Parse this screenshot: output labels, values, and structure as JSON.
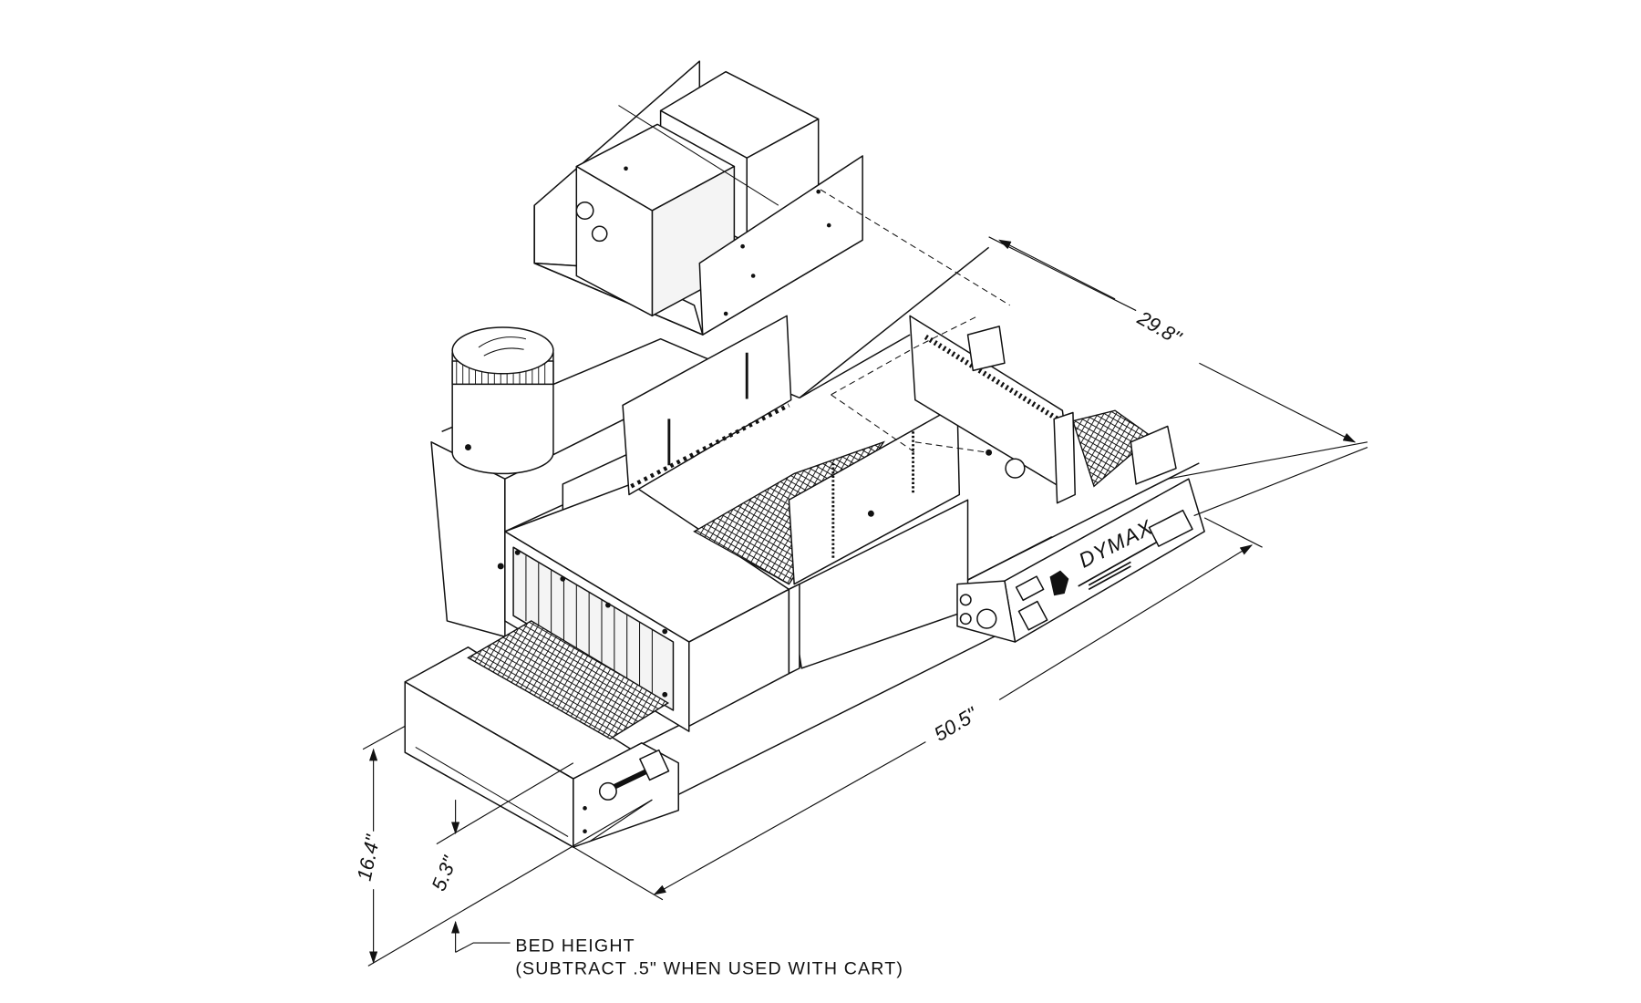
{
  "title": "Dymax UV conveyor isometric dimension drawing",
  "brand": {
    "logo_text": "DYMAX"
  },
  "dimensions": {
    "width": "29.8\"",
    "length": "50.5\"",
    "height": "16.4\"",
    "bed": "5.3\""
  },
  "notes": {
    "bed_height": "BED HEIGHT",
    "bed_height_note": "(SUBTRACT .5\" WHEN USED WITH CART)"
  },
  "colors": {
    "line": "#111111",
    "background": "#ffffff"
  }
}
